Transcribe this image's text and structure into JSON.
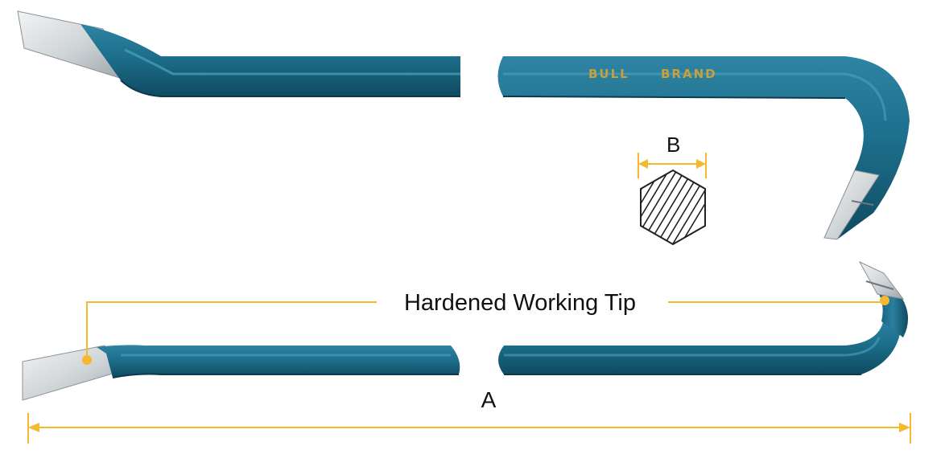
{
  "brand_text": {
    "left": "BULL",
    "right": "BRAND"
  },
  "labels": {
    "hardened_tip": "Hardened Working Tip",
    "dimension_a": "A",
    "dimension_b": "B"
  },
  "colors": {
    "bar_blue": "#1d6f8c",
    "bar_dark": "#124e66",
    "bar_light": "#3b90ad",
    "steel": "#d9dde0",
    "accent_yellow": "#f5b82e",
    "brand_gold": "#c8a040"
  }
}
